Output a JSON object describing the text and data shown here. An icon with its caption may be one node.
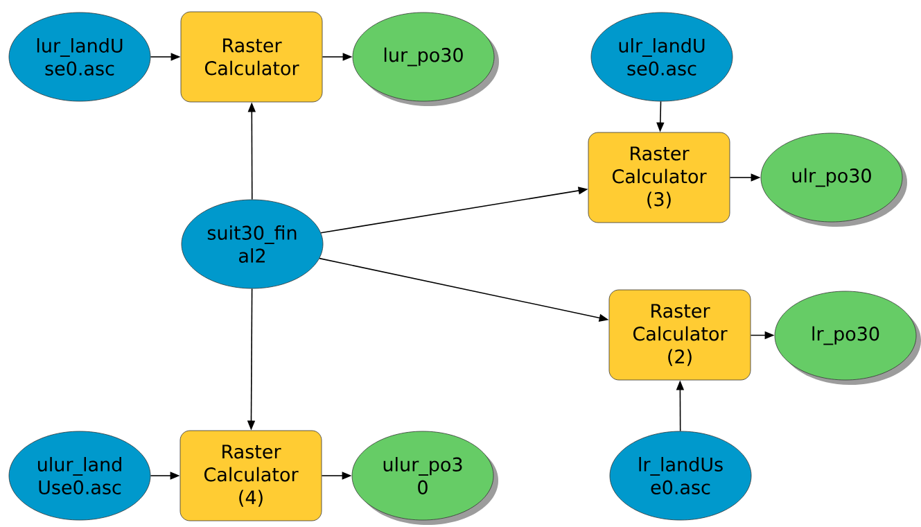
{
  "diagram": {
    "nodes": [
      {
        "text": [
          "lur_landU se0.asc"
        ]
      },
      {
        "text": [
          "Raster Calculator"
        ]
      },
      {
        "text": [
          "lur_po30"
        ]
      },
      {
        "text": [
          "ulr_landU se0.asc"
        ]
      },
      {
        "text": [
          "Raster Calculator (3)"
        ]
      },
      {
        "text": [
          "ulr_po30"
        ]
      },
      {
        "text": [
          "suit30_fin al2"
        ]
      },
      {
        "text": [
          "Raster Calculator (2)"
        ]
      },
      {
        "text": [
          "lr_po30"
        ]
      },
      {
        "text": [
          "ulur_land Use0.asc"
        ]
      },
      {
        "text": [
          "Raster Calculator (4)"
        ]
      },
      {
        "text": [
          "ulur_po3 0"
        ]
      },
      {
        "text": [
          "lr_landUs e0.asc"
        ]
      }
    ],
    "edges": [
      {
        "from": 0,
        "to": 1,
        "arrow": "to"
      },
      {
        "from": 1,
        "to": 2,
        "arrow": "to"
      },
      {
        "from": 6,
        "to": 1,
        "arrow": "to"
      },
      {
        "from": 3,
        "to": 4,
        "arrow": "to"
      },
      {
        "from": 4,
        "to": 5,
        "arrow": "to"
      },
      {
        "from": 6,
        "to": 4,
        "arrow": "to"
      },
      {
        "from": 6,
        "to": 7,
        "arrow": "to"
      },
      {
        "from": 7,
        "to": 8,
        "arrow": "to"
      },
      {
        "from": 12,
        "to": 7,
        "arrow": "to"
      },
      {
        "from": 6,
        "to": 10,
        "arrow": "to"
      },
      {
        "from": 9,
        "to": 10,
        "arrow": "to"
      },
      {
        "from": 10,
        "to": 11,
        "arrow": "to"
      }
    ]
  }
}
